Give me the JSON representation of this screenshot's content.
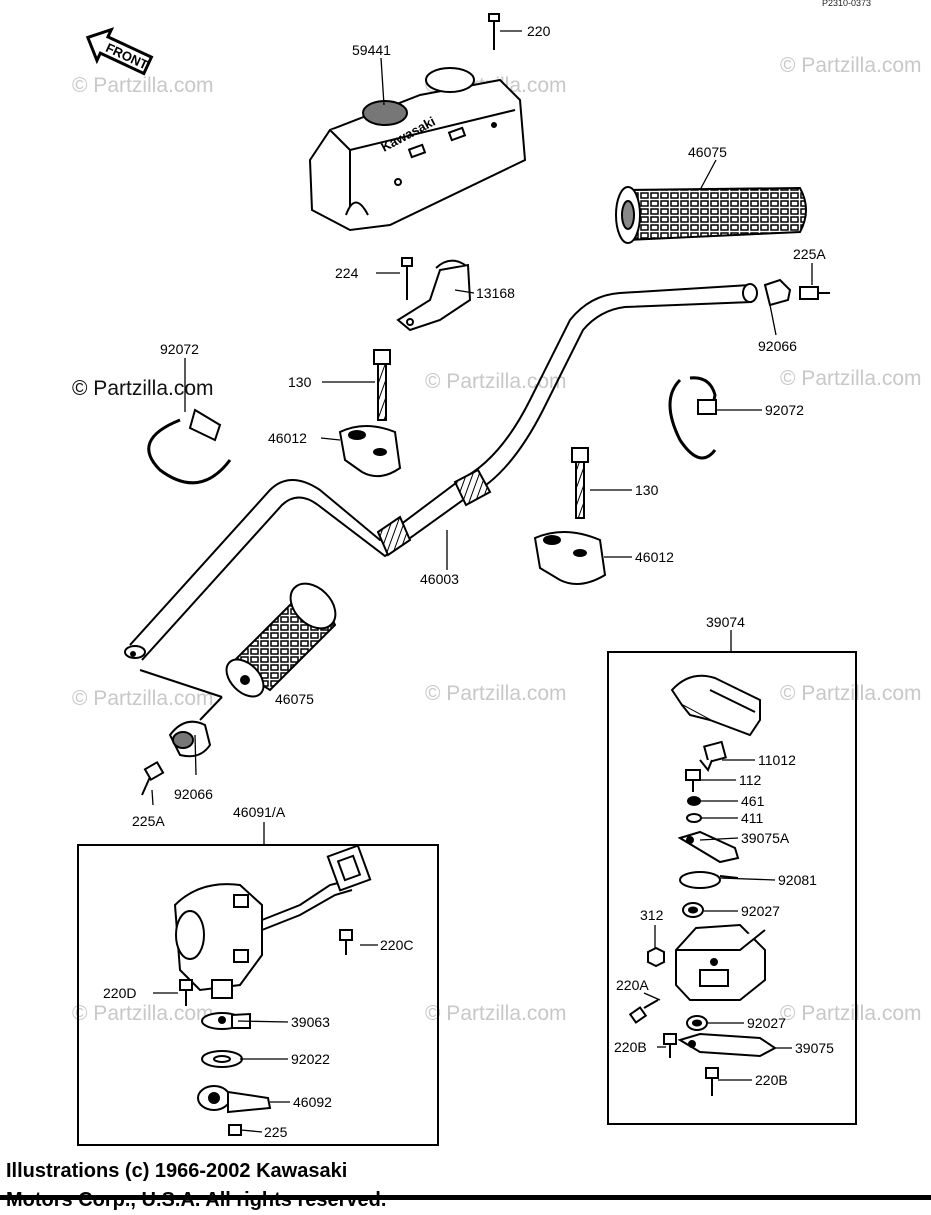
{
  "drawing_number": "P2310-0373",
  "front_label": "FRONT",
  "cover_logo": "Kawasaki",
  "watermark": "© Partzilla.com",
  "labels": {
    "p59441": "59441",
    "p220": "220",
    "p46075_top": "46075",
    "p225A_top": "225A",
    "p224": "224",
    "p13168": "13168",
    "p92072_left": "92072",
    "p92066_top": "92066",
    "p130_left": "130",
    "p92072_right": "92072",
    "p46012_left": "46012",
    "p130_right": "130",
    "p46003": "46003",
    "p46012_right": "46012",
    "p39074": "39074",
    "p46075_bottom": "46075",
    "p92066_bottom": "92066",
    "p225A_bottom": "225A",
    "p46091A": "46091/A",
    "p11012": "11012",
    "p112": "112",
    "p461": "461",
    "p411": "411",
    "p39075A": "39075A",
    "p92081": "92081",
    "p220C": "220C",
    "p312": "312",
    "p92027_upper": "92027",
    "p220D": "220D",
    "p220A": "220A",
    "p39063": "39063",
    "p92027_lower": "92027",
    "p220B_left": "220B",
    "p39075": "39075",
    "p92022": "92022",
    "p220B_bottom": "220B",
    "p46092": "46092",
    "p225": "225"
  },
  "copyright": {
    "line1": "Illustrations (c) 1966-2002 Kawasaki",
    "line2": "Motors Corp., U.S.A.  All rights reserved."
  }
}
